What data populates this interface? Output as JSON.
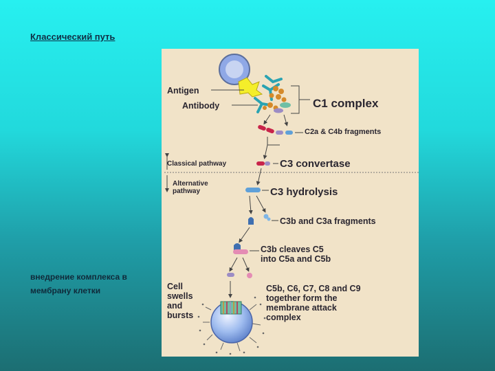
{
  "slide": {
    "title": "Классический путь",
    "note": "внедрение комплекса в мембрану клетки"
  },
  "figure": {
    "labels": {
      "antigen": "Antigen",
      "antibody": "Antibody",
      "c1_complex": "C1 complex",
      "c2a_c4b": "C2a & C4b fragments",
      "classical": "Classical pathway",
      "c3_convertase": "C3 convertase",
      "alternative": "Alternative\npathway",
      "c3_hydrolysis": "C3 hydrolysis",
      "c3b_c3a": "C3b and C3a fragments",
      "c3b_cleaves": "C3b cleaves C5\n   into C5a and C5b",
      "cell_swells": "Cell\nswells\nand\nbursts",
      "mac": "C5b, C6, C7, C8 and  C9\ntogether form the\nmembrane attack\ncomplex"
    },
    "colors": {
      "background": "#f1e3c8",
      "text": "#2a2630",
      "antigen": "#f4ee2a",
      "antibody": "#2aa3b2",
      "c1_fragment": "#d58a2a",
      "cell": "#8fb0ec",
      "red_fragment": "#c8244a",
      "blue_fragment": "#5fa0d8",
      "pink_fragment": "#e48cb4",
      "lavender_fragment": "#9c8cc4"
    }
  }
}
